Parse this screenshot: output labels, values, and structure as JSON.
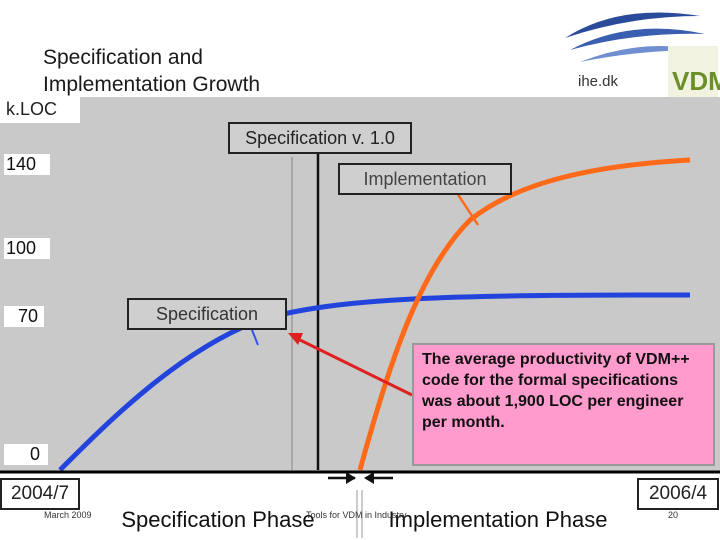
{
  "slide": {
    "title": "Specification and\nImplementation Growth",
    "logo_text": "ihe.dk",
    "logo_badge": "VDM",
    "footer_date": "March 2009",
    "footer_center": "Tools for VDM in Industry",
    "page_number": "20"
  },
  "chart_data": {
    "type": "line",
    "ylabel": "k.LOC",
    "y_ticks": [
      "140",
      "100",
      "70",
      "0"
    ],
    "x_start": "2004/7",
    "x_end": "2006/4",
    "milestone": "Specification v. 1.0",
    "series": [
      {
        "name": "Specification",
        "color": "#2244dd"
      },
      {
        "name": "Implementation",
        "color": "#ff6a1a"
      }
    ],
    "phases": [
      "Specification Phase",
      "Implementation Phase"
    ],
    "annotation": "The average productivity of VDM++ code for the formal specifications was about 1,900 LOC per engineer per month."
  },
  "colors": {
    "specification_line": "#2244dd",
    "implementation_line": "#ff6a1a",
    "note_background": "#ff9ccd",
    "arrow": "#e02020",
    "plot_background": "#c9c9c9"
  }
}
